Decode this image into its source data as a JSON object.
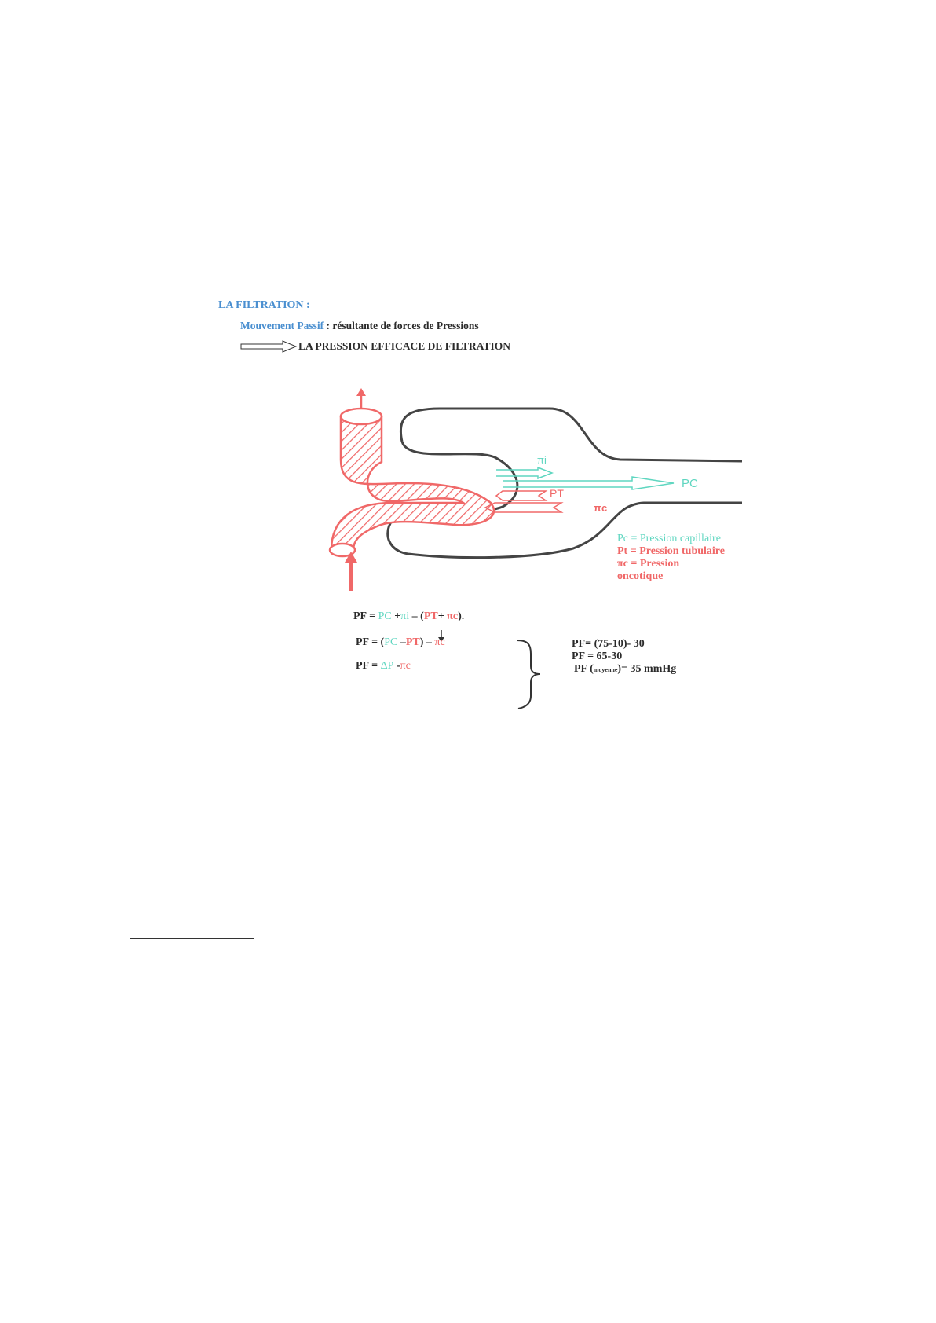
{
  "heading": "LA FILTRATION :",
  "subtitle": {
    "label": "Mouvement Passif",
    "sep": " : ",
    "text": "résultante de forces de Pressions"
  },
  "arrow_line": "LA PRESSION EFFICACE  DE FILTRATION",
  "diagram": {
    "labels": {
      "pit": "πi",
      "pc": "PC",
      "pt": "PT",
      "pic": "πc"
    },
    "legend": [
      {
        "text": "Pc =   Pression capillaire"
      },
      {
        "text": "Pt  =  Pression tubulaire"
      },
      {
        "text": "πc =  Pression"
      },
      {
        "text": "oncotique"
      }
    ]
  },
  "formulas": {
    "f1": {
      "a": "PF = ",
      "b": "PC",
      "c": " +",
      "d": "πi",
      "e": " – (",
      "f": "PT",
      "g": "+ ",
      "h": "πc",
      "i": ")."
    },
    "f2": {
      "a": "PF = (",
      "b": "PC",
      "c": " –",
      "d": "PT",
      "e": ") – ",
      "f": "πc"
    },
    "f3": {
      "a": "PF =  ",
      "b": "ΔP",
      "c": " -",
      "d": "πc"
    },
    "r1": "PF= (75-10)- 30",
    "r2": "PF = 65-30",
    "r3": {
      "a": "PF (",
      "b": "moyenne",
      "c": ")= 35 mmHg"
    }
  },
  "colors": {
    "blue": "#4a8fd0",
    "cyan": "#5fd6c0",
    "red": "#f06868",
    "outline": "#444444"
  }
}
